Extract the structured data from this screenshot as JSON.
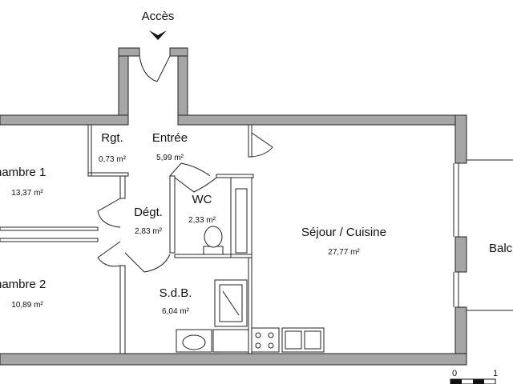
{
  "entrance": {
    "label": "Accès"
  },
  "rooms": [
    {
      "id": "rangement",
      "name": "Rgt.",
      "area": "0,73 m²"
    },
    {
      "id": "entree",
      "name": "Entrée",
      "area": "5,99 m²"
    },
    {
      "id": "chambre1",
      "name": "hambre 1",
      "area": "13,37 m²"
    },
    {
      "id": "degagement",
      "name": "Dégt.",
      "area": "2,83 m²"
    },
    {
      "id": "wc",
      "name": "WC",
      "area": "2,33 m²"
    },
    {
      "id": "sejour",
      "name": "Séjour / Cuisine",
      "area": "27,77 m²"
    },
    {
      "id": "chambre2",
      "name": "hambre 2",
      "area": "10,89 m²"
    },
    {
      "id": "sdb",
      "name": "S.d.B.",
      "area": "6,04 m²"
    },
    {
      "id": "balcon",
      "name": "Balc"
    }
  ],
  "scale": {
    "start": "0",
    "end": "1"
  }
}
